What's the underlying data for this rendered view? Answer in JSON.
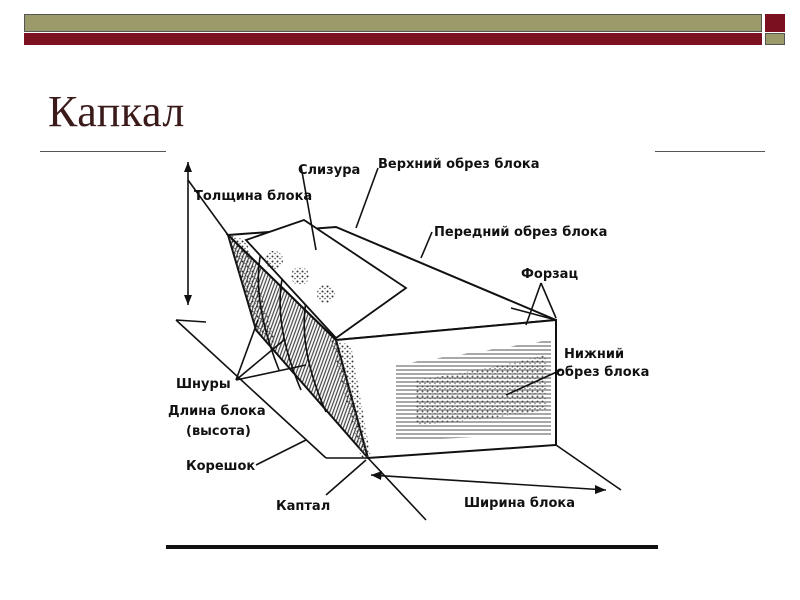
{
  "slide": {
    "title": "Капкал"
  },
  "diagram": {
    "labels": {
      "thickness": "Толщина блока",
      "slizura": "Слизура",
      "top_edge": "Верхний обрез блока",
      "front_edge": "Передний обрез блока",
      "forzats": "Форзац",
      "bottom_edge_line1": "Нижний",
      "bottom_edge_line2": "обрез блока",
      "cords": "Шнуры",
      "length_line1": "Длина блока",
      "length_line2": "(высота)",
      "spine": "Корешок",
      "kaptal": "Каптал",
      "width": "Ширина блока"
    }
  },
  "colors": {
    "olive_bar": "#9a9a6a",
    "accent_red": "#7a1020",
    "title_color": "#3b1a1a"
  }
}
